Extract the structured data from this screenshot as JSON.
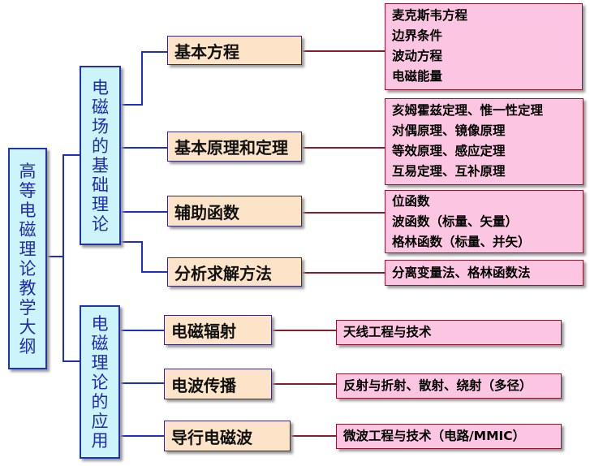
{
  "root": {
    "title": "高等电磁理论教学大纲"
  },
  "groups": [
    {
      "title": "电磁场的基础理论"
    },
    {
      "title": "电磁理论的应用"
    }
  ],
  "topics": [
    {
      "label": "基本方程",
      "items": [
        "麦克斯韦方程",
        "边界条件",
        "波动方程",
        "电磁能量"
      ]
    },
    {
      "label": "基本原理和定理",
      "items": [
        "亥姆霍兹定理、惟一性定理",
        "对偶原理、镜像原理",
        "等效原理、感应定理",
        "互易定理、互补原理"
      ]
    },
    {
      "label": "辅助函数",
      "items": [
        "位函数",
        "波函数（标量、矢量）",
        "格林函数（标量、并矢）"
      ]
    },
    {
      "label": "分析求解方法",
      "items": [
        "分离变量法、格林函数法"
      ]
    },
    {
      "label": "电磁辐射",
      "items": [
        "天线工程与技术"
      ]
    },
    {
      "label": "电波传播",
      "items": [
        "反射与折射、散射、绕射（多径）"
      ]
    },
    {
      "label": "导行电磁波",
      "items": [
        "微波工程与技术（电路/MMIC）"
      ]
    }
  ],
  "colors": {
    "blue_line": "#1c2fc2",
    "dark_red_line": "#8b1a2a",
    "group_fill": "#cdf3fb",
    "topic_fill": "#fde3c7",
    "leaf_fill": "#fcc6e2"
  }
}
